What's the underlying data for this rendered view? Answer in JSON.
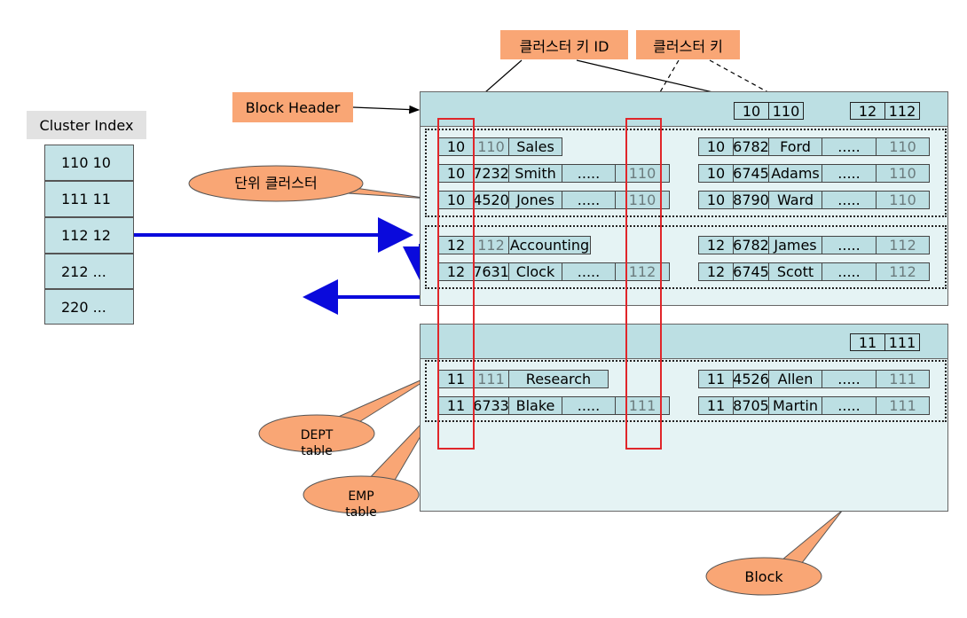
{
  "labels": {
    "cluster_key_id": "클러스터 키 ID",
    "cluster_key": "클러스터 키",
    "block_header": "Block Header",
    "unit_cluster": "단위 클러스터",
    "dept_table_1": "DEPT",
    "dept_table_2": "table",
    "emp_table_1": "EMP",
    "emp_table_2": "table",
    "block": "Block"
  },
  "cluster_index": {
    "title": "Cluster Index",
    "rows": [
      "110  10",
      "111  11",
      "112  12",
      "212  ...",
      "220  ..."
    ]
  },
  "block1": {
    "header_entries": [
      [
        "10",
        "110"
      ],
      [
        "12",
        "112"
      ]
    ],
    "cluster_a": {
      "left": [
        [
          "10",
          "110",
          "Sales"
        ],
        [
          "10",
          "7232",
          "Smith",
          ".....",
          "110"
        ],
        [
          "10",
          "4520",
          "Jones",
          ".....",
          "110"
        ]
      ],
      "right": [
        [
          "10",
          "6782",
          "Ford",
          ".....",
          "110"
        ],
        [
          "10",
          "6745",
          "Adams",
          ".....",
          "110"
        ],
        [
          "10",
          "8790",
          "Ward",
          ".....",
          "110"
        ]
      ]
    },
    "cluster_b": {
      "left": [
        [
          "12",
          "112",
          "Accounting"
        ],
        [
          "12",
          "7631",
          "Clock",
          ".....",
          "112"
        ]
      ],
      "right": [
        [
          "12",
          "6782",
          "James",
          ".....",
          "112"
        ],
        [
          "12",
          "6745",
          "Scott",
          ".....",
          "112"
        ]
      ]
    }
  },
  "block2": {
    "header_entries": [
      [
        "11",
        "111"
      ]
    ],
    "left": [
      [
        "11",
        "111",
        "Research"
      ],
      [
        "11",
        "6733",
        "Blake",
        ".....",
        "111"
      ]
    ],
    "right": [
      [
        "11",
        "4526",
        "Allen",
        ".....",
        "111"
      ],
      [
        "11",
        "8705",
        "Martin",
        ".....",
        "111"
      ]
    ]
  },
  "colors": {
    "callout": "#f9a675",
    "cell": "#bcdfe3",
    "block_body": "#e5f3f4",
    "arrow_blue": "#0a0adc",
    "highlight_red": "#e0262a"
  }
}
